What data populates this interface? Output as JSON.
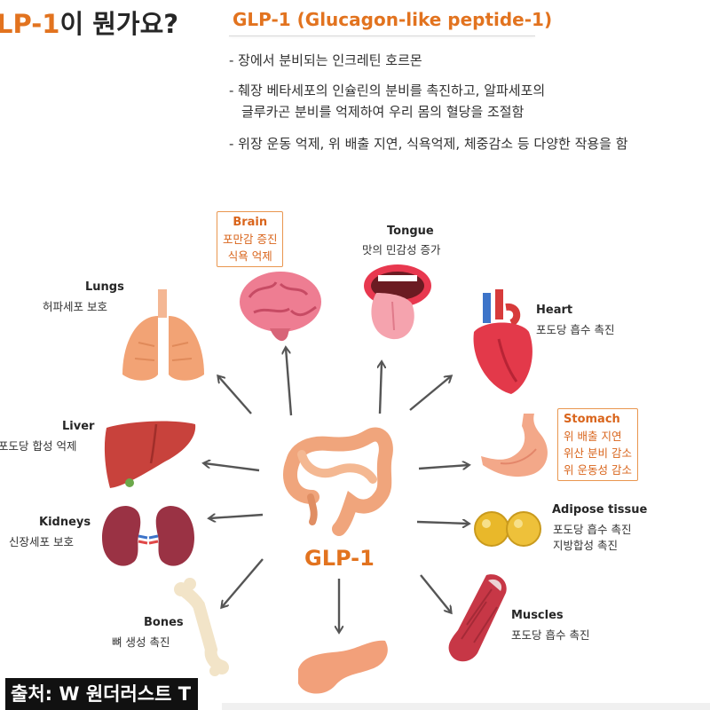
{
  "header": {
    "title_accent": "LP-1",
    "title_rest": "이 뭔가요?",
    "subtitle": "GLP-1 (Glucagon-like peptide-1)"
  },
  "description": {
    "line1": "-  장에서 분비되는 인크레틴 호르몬",
    "line2a": "-  췌장 베타세포의 인슐린의 분비를 촉진하고, 알파세포의",
    "line2b": "글루카곤 분비를 억제하여 우리 몸의 혈당을 조절함",
    "line3": "-  위장 운동 억제, 위 배출 지연, 식욕억제, 체중감소 등 다양한 작용을 함"
  },
  "center_label": "GLP-1",
  "organs": {
    "brain": {
      "name": "Brain",
      "effects": [
        "포만감 증진",
        "식욕 억제"
      ]
    },
    "tongue": {
      "name": "Tongue",
      "effect": "맛의 민감성 증가"
    },
    "lungs": {
      "name": "Lungs",
      "effect": "허파세포 보호"
    },
    "heart": {
      "name": "Heart",
      "effect": "포도당 흡수 촉진"
    },
    "liver": {
      "name": "Liver",
      "effect": "포도당 합성 억제"
    },
    "stomach": {
      "name": "Stomach",
      "effects": [
        "위 배출 지연",
        "위산 분비 감소",
        "위 운동성 감소"
      ]
    },
    "kidneys": {
      "name": "Kidneys",
      "effect": "신장세포 보호"
    },
    "adipose": {
      "name": "Adipose tissue",
      "effects": [
        "포도당 흡수 촉진",
        "지방합성 촉진"
      ]
    },
    "bones": {
      "name": "Bones",
      "effect": "뼈 생성 촉진"
    },
    "muscles": {
      "name": "Muscles",
      "effect": "포도당 흡수 촉진"
    }
  },
  "credit": "출처: W 원더러스트 T",
  "colors": {
    "accent": "#e2731f",
    "box_border": "#e9964f",
    "arrow": "#555555"
  }
}
